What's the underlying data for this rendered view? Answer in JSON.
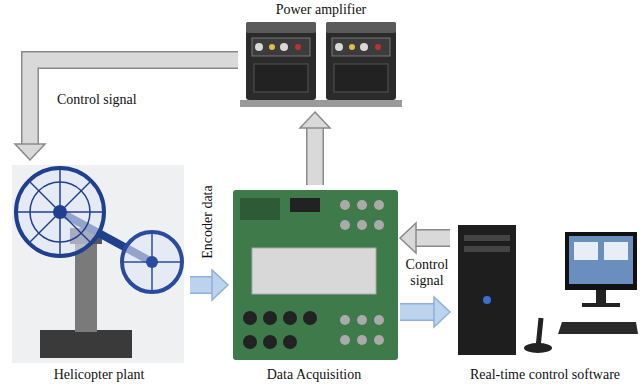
{
  "diagram": {
    "nodes": [
      {
        "text": [
          "Power amplifier"
        ]
      },
      {
        "text": [
          "Helicopter plant"
        ]
      },
      {
        "text": [
          "Data Acquisition"
        ]
      },
      {
        "text": [
          "Real-time control software"
        ]
      }
    ],
    "edges": [
      {
        "from": 0,
        "to": 1,
        "arrow": "to",
        "label": "Control signal"
      },
      {
        "from": 1,
        "to": 2,
        "arrow": "to",
        "label": "Encoder data"
      },
      {
        "from": 2,
        "to": 0,
        "arrow": "to"
      },
      {
        "from": 3,
        "to": 2,
        "arrow": "to",
        "label": "Control signal"
      },
      {
        "from": 2,
        "to": 3,
        "arrow": "to"
      }
    ]
  }
}
